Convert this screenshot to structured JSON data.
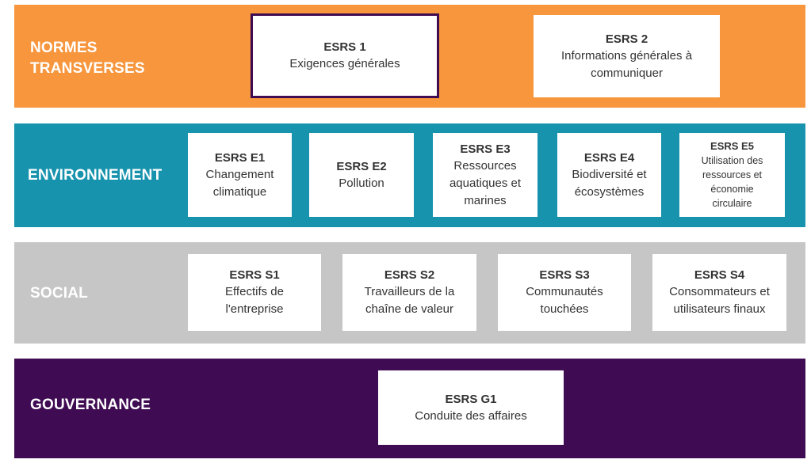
{
  "colors": {
    "normes": "#f7963c",
    "environnement": "#1893ae",
    "social": "#c6c6c6",
    "gouvernance": "#3f0b52",
    "highlight_border": "#3f0b52"
  },
  "normes": {
    "label_line1": "NORMES",
    "label_line2": "TRANSVERSES",
    "cards": [
      {
        "code": "ESRS 1",
        "title": "Exigences générales"
      },
      {
        "code": "ESRS 2",
        "title_line1": "Informations générales à",
        "title_line2": "communiquer"
      }
    ]
  },
  "environnement": {
    "label": "ENVIRONNEMENT",
    "cards": [
      {
        "code": "ESRS E1",
        "title_line1": "Changement",
        "title_line2": "climatique"
      },
      {
        "code": "ESRS E2",
        "title_line1": "Pollution"
      },
      {
        "code": "ESRS E3",
        "title_line1": "Ressources",
        "title_line2": "aquatiques et",
        "title_line3": "marines"
      },
      {
        "code": "ESRS E4",
        "title_line1": "Biodiversité et",
        "title_line2": "écosystèmes"
      },
      {
        "code": "ESRS E5",
        "title_line1": "Utilisation des",
        "title_line2": "ressources et",
        "title_line3": "économie",
        "title_line4": "circulaire"
      }
    ]
  },
  "social": {
    "label": "SOCIAL",
    "cards": [
      {
        "code": "ESRS S1",
        "title_line1": "Effectifs de",
        "title_line2": "l'entreprise"
      },
      {
        "code": "ESRS S2",
        "title_line1": "Travailleurs de la",
        "title_line2": "chaîne de valeur"
      },
      {
        "code": "ESRS S3",
        "title_line1": "Communautés",
        "title_line2": "touchées"
      },
      {
        "code": "ESRS S4",
        "title_line1": "Consommateurs et",
        "title_line2": "utilisateurs finaux"
      }
    ]
  },
  "gouvernance": {
    "label": "GOUVERNANCE",
    "cards": [
      {
        "code": "ESRS G1",
        "title_line1": "Conduite des affaires"
      }
    ]
  }
}
